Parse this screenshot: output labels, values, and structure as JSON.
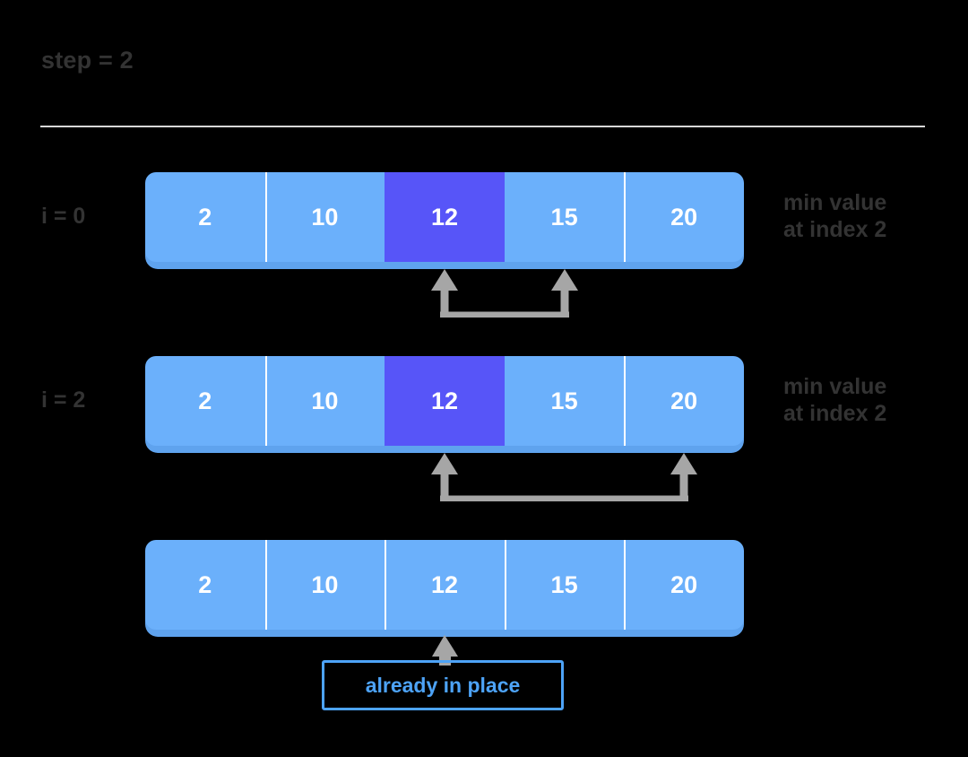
{
  "header": {
    "step_label": "step = 2"
  },
  "palette": {
    "background": "#000000",
    "cell_default": "#6bb0fb",
    "cell_highlight": "#5755f8",
    "cell_shadow": "#5fa3ee",
    "cell_text": "#ffffff",
    "label_text": "#333333",
    "divider": "#d8d8d8",
    "arrow": "#a6a6a6",
    "callout": "#4da3f7"
  },
  "rows": [
    {
      "index_label": "i = 0",
      "note": "min value\nat index 2",
      "values": [
        "2",
        "10",
        "12",
        "15",
        "20"
      ],
      "highlight_index": 2,
      "connector": {
        "from_index": 2,
        "to_index": 3
      }
    },
    {
      "index_label": "i = 2",
      "note": "min value\nat index 2",
      "values": [
        "2",
        "10",
        "12",
        "15",
        "20"
      ],
      "highlight_index": 2,
      "connector": {
        "from_index": 2,
        "to_index": 4
      }
    },
    {
      "index_label": "",
      "note": "",
      "values": [
        "2",
        "10",
        "12",
        "15",
        "20"
      ],
      "highlight_index": -1,
      "pointer_index": 2
    }
  ],
  "callout": {
    "text": "already in place"
  },
  "chart_data": {
    "type": "diagram",
    "title": "Selection sort — step = 2",
    "array": [
      2,
      10,
      12,
      15,
      20
    ],
    "states": [
      {
        "i": 0,
        "min_index": 2,
        "compare_with": 3,
        "note": "min value at index 2"
      },
      {
        "i": 2,
        "min_index": 2,
        "compare_with": 4,
        "note": "min value at index 2"
      },
      {
        "i": null,
        "min_index": null,
        "compare_with": null,
        "note": "already in place"
      }
    ]
  }
}
